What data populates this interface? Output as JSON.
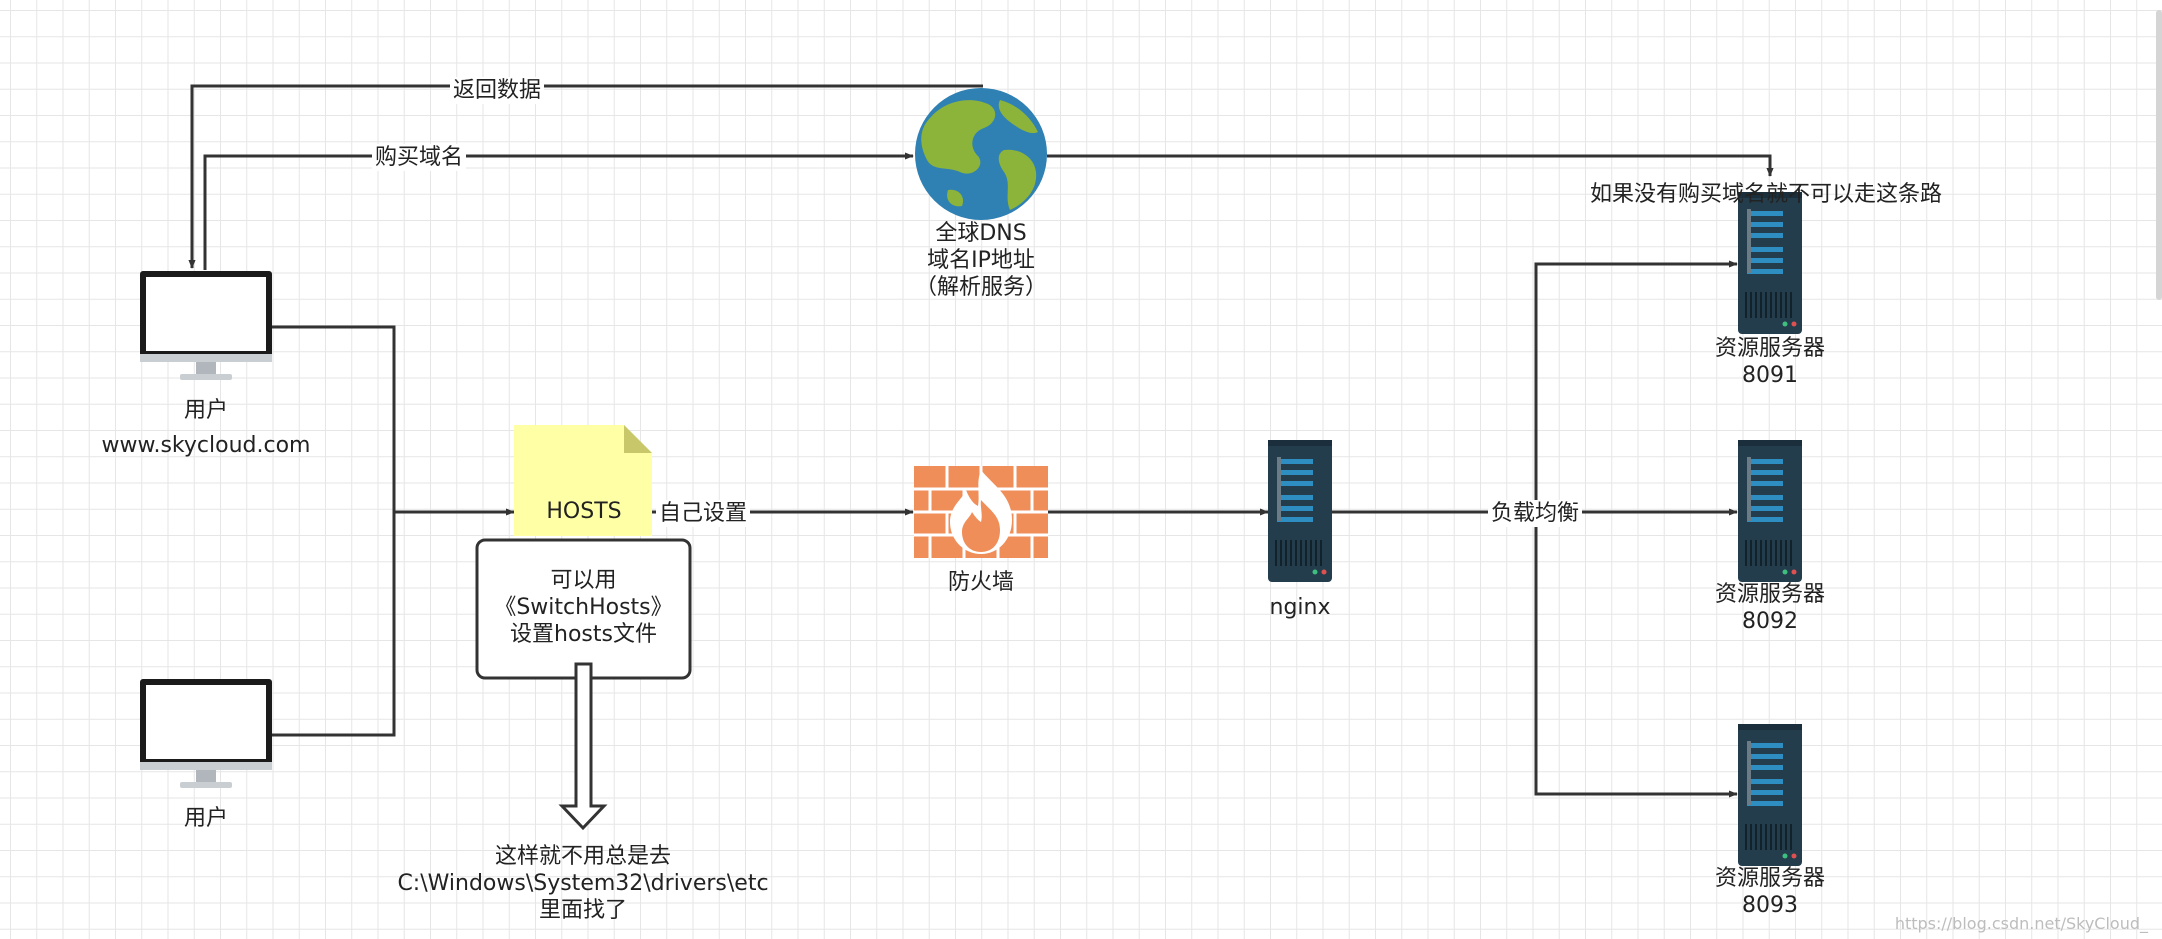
{
  "edges": {
    "return_data": "返回数据",
    "buy_domain": "购买域名",
    "self_set": "自己设置",
    "load_balance": "负载均衡"
  },
  "nodes": {
    "user1": {
      "name": "用户",
      "domain": "www.skycloud.com"
    },
    "user2": {
      "name": "用户"
    },
    "hosts": "HOSTS",
    "dns": {
      "line1": "全球DNS",
      "line2": "域名IP地址",
      "line3": "（解析服务）"
    },
    "firewall": "防火墙",
    "nginx": "nginx",
    "servers": [
      {
        "name": "资源服务器",
        "port": "8091"
      },
      {
        "name": "资源服务器",
        "port": "8092"
      },
      {
        "name": "资源服务器",
        "port": "8093"
      }
    ]
  },
  "notes": {
    "no_domain": "如果没有购买域名就不可以走这条路",
    "switchhosts": {
      "line1": "可以用",
      "line2": "《SwitchHosts》",
      "line3": "设置hosts文件"
    },
    "path": {
      "line1": "这样就不用总是去",
      "line2": "C:\\Windows\\System32\\drivers\\etc",
      "line3": "里面找了"
    }
  },
  "watermark": "https://blog.csdn.net/SkyCloud_",
  "colors": {
    "line": "#333333",
    "note_yellow": "#ffffa6",
    "firewall_orange": "#f08e59",
    "server_dark": "#233d4d",
    "server_blue": "#2e8ec2",
    "globe_ocean": "#2f80b3",
    "globe_land": "#8cb33a"
  }
}
